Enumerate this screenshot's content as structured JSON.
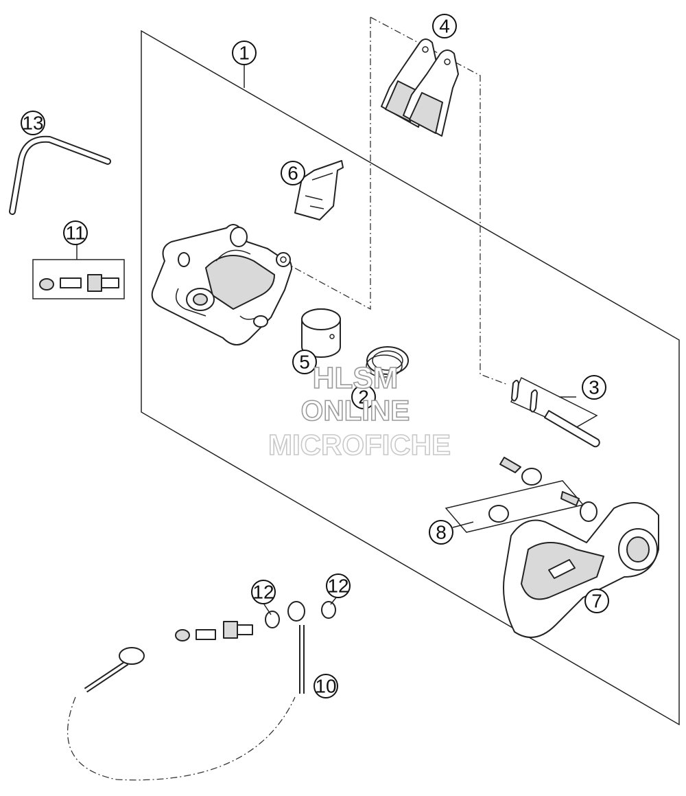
{
  "callouts": [
    {
      "id": "c1",
      "label": "1"
    },
    {
      "id": "c2",
      "label": "2"
    },
    {
      "id": "c3",
      "label": "3"
    },
    {
      "id": "c4",
      "label": "4"
    },
    {
      "id": "c5",
      "label": "5"
    },
    {
      "id": "c6",
      "label": "6"
    },
    {
      "id": "c7",
      "label": "7"
    },
    {
      "id": "c8",
      "label": "8"
    },
    {
      "id": "c10",
      "label": "10"
    },
    {
      "id": "c11",
      "label": "11"
    },
    {
      "id": "c12a",
      "label": "12"
    },
    {
      "id": "c12b",
      "label": "12"
    },
    {
      "id": "c13",
      "label": "13"
    }
  ],
  "watermark": {
    "line1": "HLSM",
    "line2": "ONLINE",
    "line3": "MICROFICHE"
  }
}
